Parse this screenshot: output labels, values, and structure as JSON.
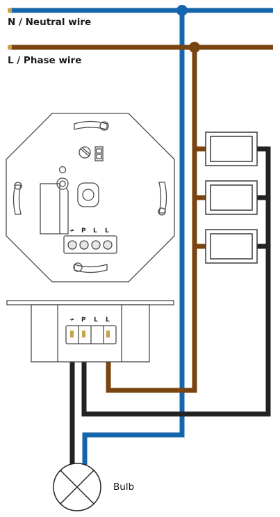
{
  "labels": {
    "neutral": "N / Neutral wire",
    "phase": "L / Phase wire",
    "bulb": "Bulb"
  },
  "terminals": {
    "dim": "≁",
    "p": "P",
    "l1": "L",
    "l2": "L"
  },
  "colors": {
    "neutral": "#1565ad",
    "phase": "#7a4410",
    "control": "#222222",
    "outline": "#3a3a3a"
  }
}
